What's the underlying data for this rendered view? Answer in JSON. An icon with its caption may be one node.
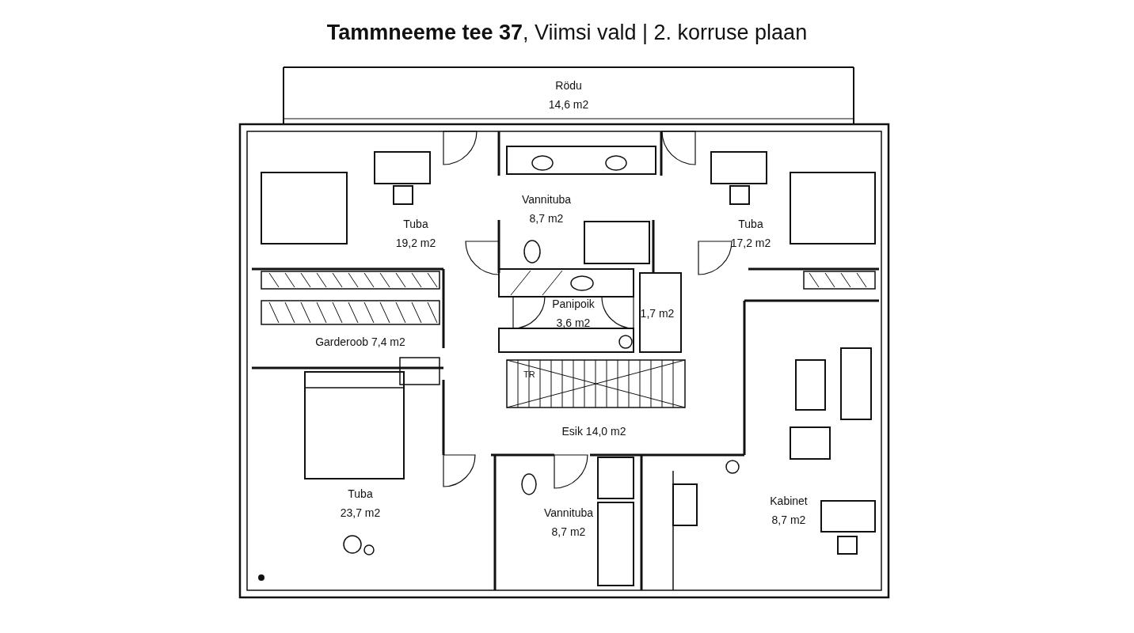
{
  "diagram": {
    "title": "**Tammneeme tee 37**, Viimsi vald | 2. korruse plaan",
    "nodes": [
      {
        "text": [
          "Rödu",
          "14,6 m2"
        ]
      },
      {
        "text": [
          "Tuba",
          "19,2 m2"
        ]
      },
      {
        "text": [
          "Vannituba",
          "8,7 m2"
        ]
      },
      {
        "text": [
          "Tuba",
          "17,2 m2"
        ]
      },
      {
        "text": [
          "Panipoik",
          "3,6 m2"
        ]
      },
      {
        "text": [
          "1,7 m2"
        ]
      },
      {
        "text": [
          "Garderoob 7,4 m2"
        ]
      },
      {
        "text": [
          "Esik 14,0 m2"
        ]
      },
      {
        "text": [
          "Tuba",
          "23,7 m2"
        ]
      },
      {
        "text": [
          "Vannituba",
          "8,7 m2"
        ]
      },
      {
        "text": [
          "Kabinet",
          "8,7 m2"
        ]
      }
    ],
    "labels": [
      "TR"
    ]
  }
}
